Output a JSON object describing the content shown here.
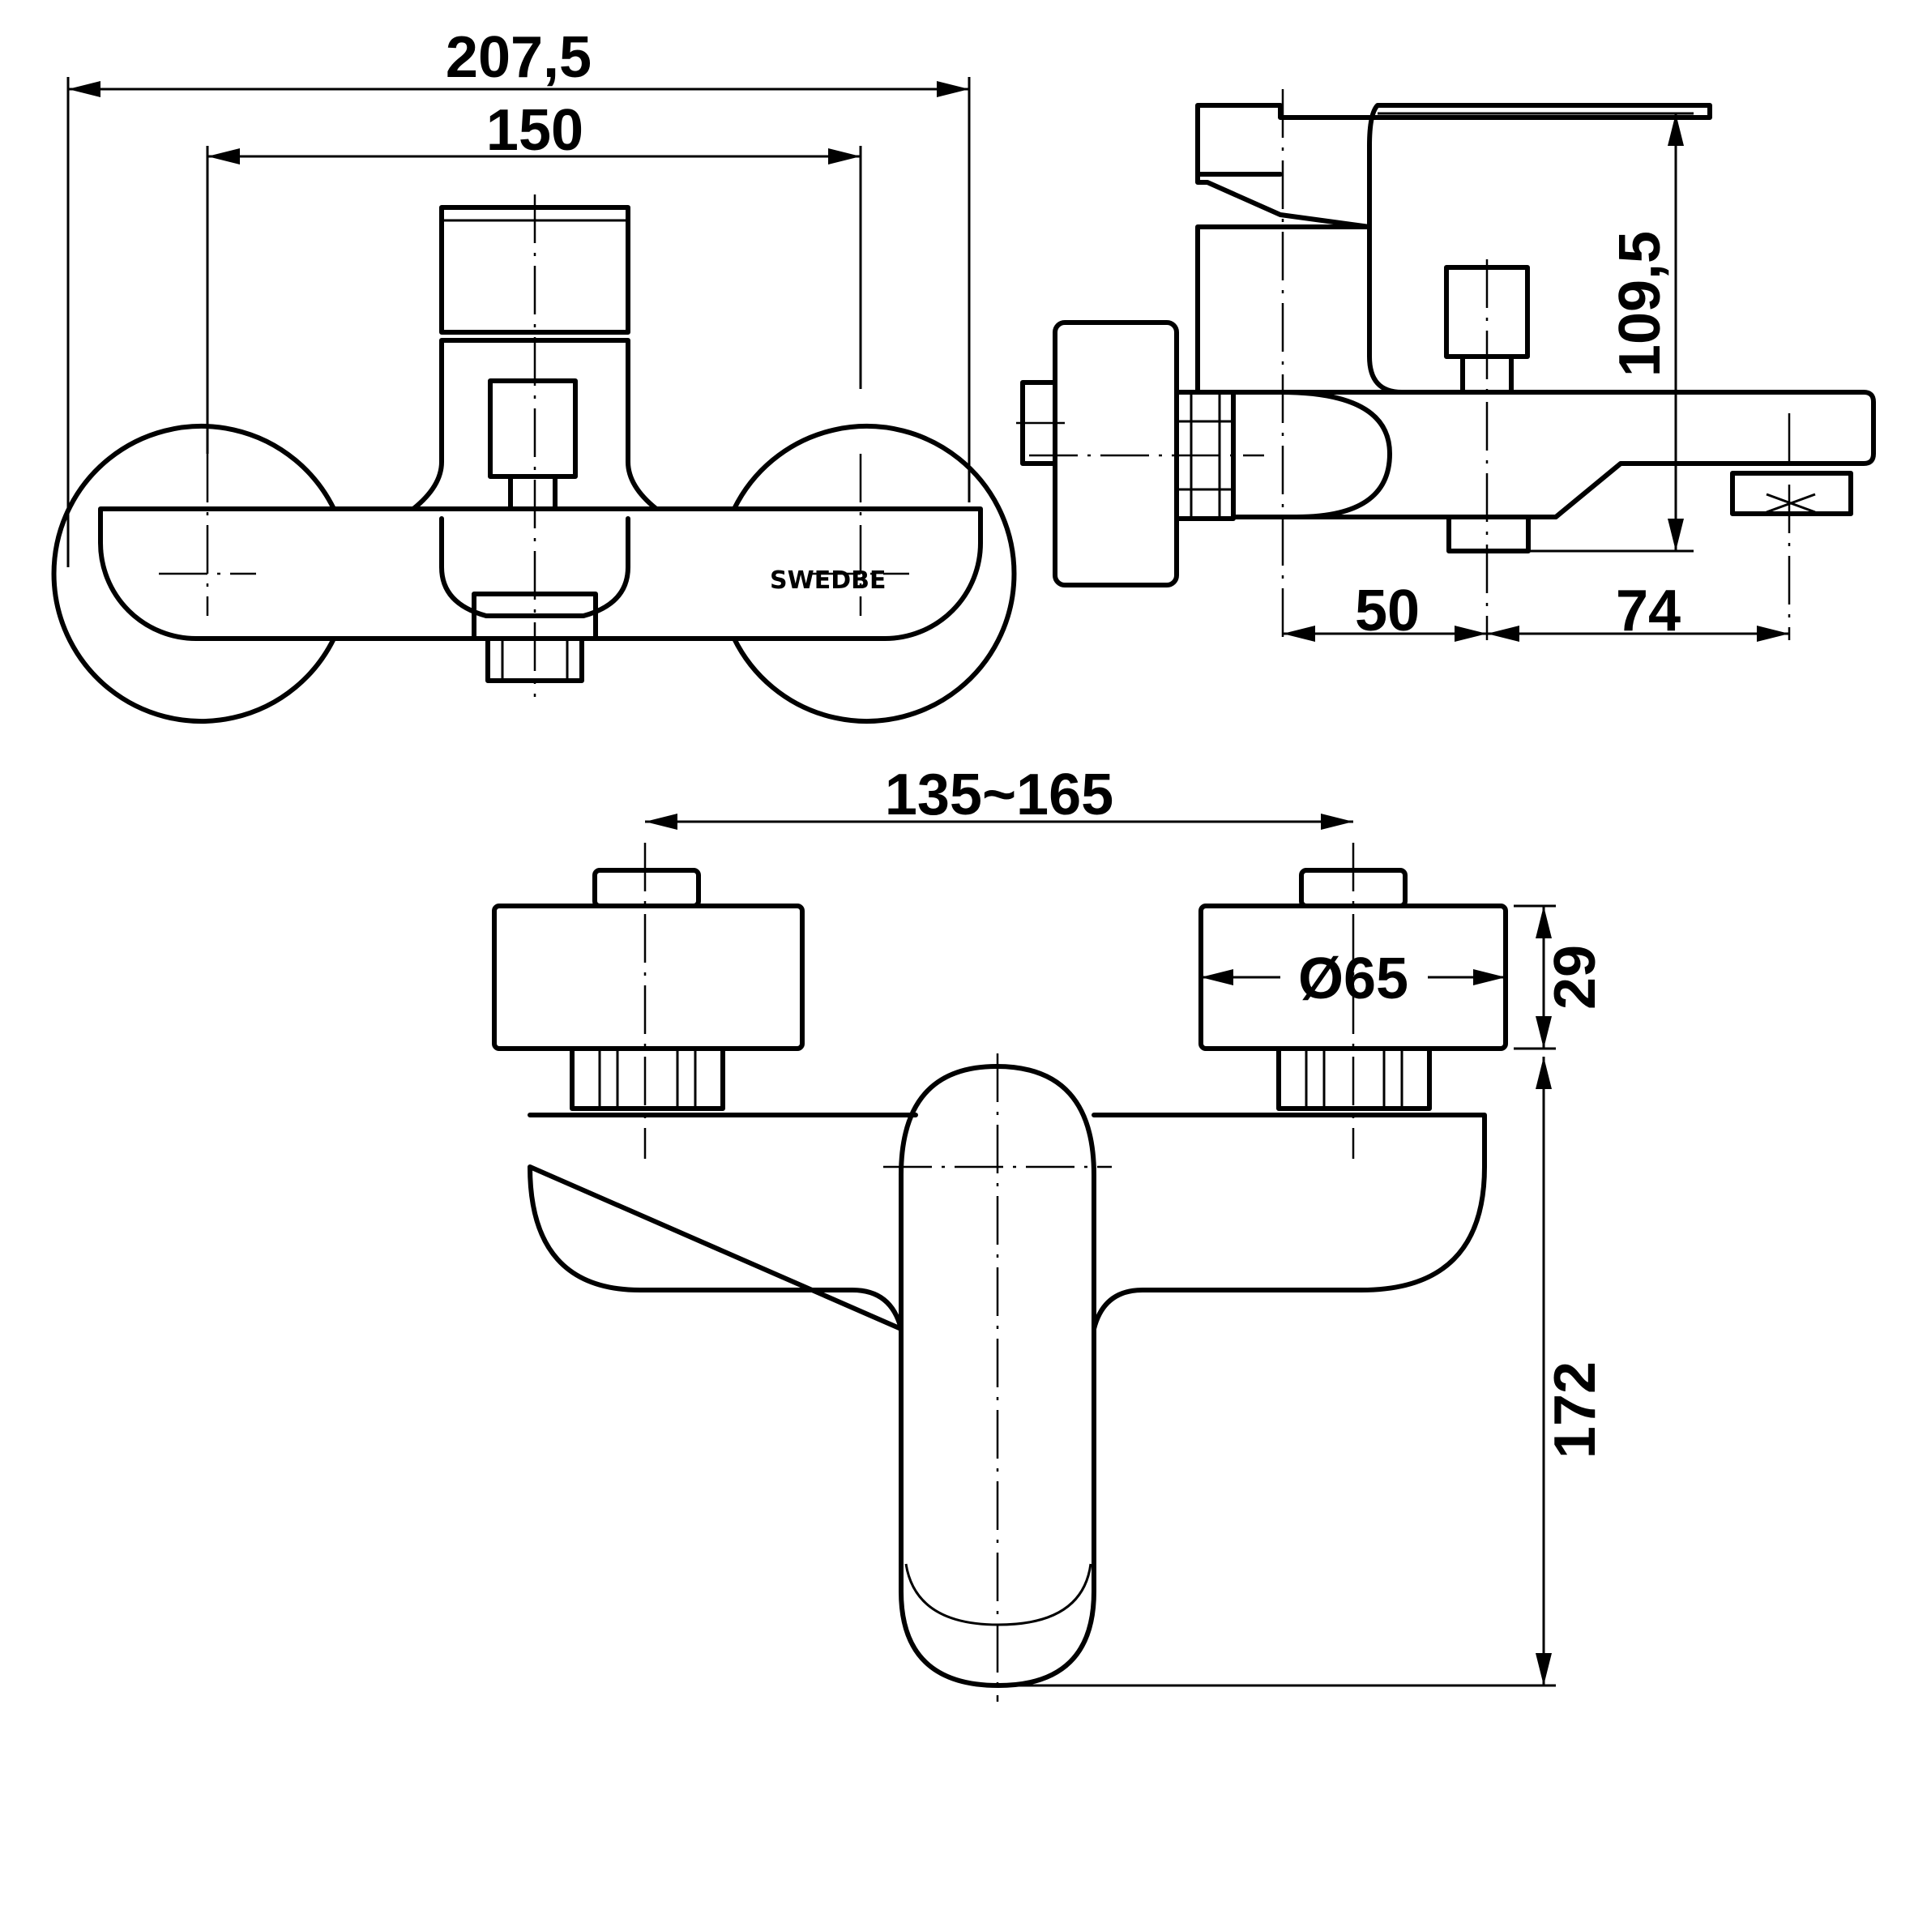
{
  "brand": {
    "label": "SWEDBE"
  },
  "front_view": {
    "overall_width": "207,5",
    "eccentric_spacing": "150"
  },
  "side_view": {
    "height": "109,5",
    "wall_to_inlet": "50",
    "inlet_to_spout": "74"
  },
  "top_view": {
    "connection_range": "135~165",
    "flange_diameter": "Ø65",
    "flange_depth": "29",
    "projection": "172"
  }
}
